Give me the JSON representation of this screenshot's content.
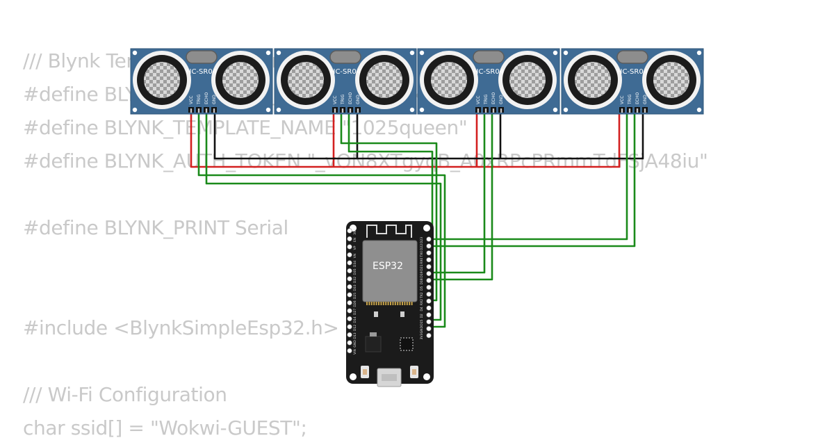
{
  "code_lines": [
    "/// Blynk Template Configuration",
    "#define BLYNK_TEMPLATE_ID \"TMPL6xxxxxxx\"",
    "#define BLYNK_TEMPLATE_NAME \"1025queen\"",
    "#define BLYNK_AUTH_TOKEN \"_vON8XTgyqB_A0xRPcPRmmTdFSjA48iu\"",
    "",
    "#define BLYNK_PRINT Serial",
    "",
    "",
    "#include <BlynkSimpleEsp32.h>",
    "",
    "/// Wi-Fi Configuration",
    "char ssid[] = \"Wokwi-GUEST\";"
  ],
  "sensors": [
    {
      "model": "HC-SR04",
      "pins": [
        "VCC",
        "TRIG",
        "ECHO",
        "GND"
      ]
    },
    {
      "model": "HC-SR04",
      "pins": [
        "VCC",
        "TRIG",
        "ECHO",
        "GND"
      ]
    },
    {
      "model": "HC-SR04",
      "pins": [
        "VCC",
        "TRIG",
        "ECHO",
        "GND"
      ]
    },
    {
      "model": "HC-SR04",
      "pins": [
        "VCC",
        "TRIG",
        "ECHO",
        "GND"
      ]
    }
  ],
  "board": {
    "label": "ESP32",
    "left_pins": [
      "3V3",
      "EN",
      "VP",
      "VN",
      "D34",
      "D35",
      "D32",
      "D33",
      "D25",
      "D26",
      "D27",
      "D14",
      "D12",
      "D13",
      "GND",
      "VIN"
    ],
    "right_pins": [
      "D23",
      "D22",
      "TX0",
      "RX0",
      "D21",
      "D19",
      "D18",
      "D5",
      "TX2",
      "RX2",
      "D4",
      "D2",
      "D15",
      "GND",
      "3V3"
    ]
  },
  "colors": {
    "power_wire": "#d32020",
    "ground_wire": "#111111",
    "signal_wire": "#1a8a1a",
    "sensor_board": "#3f6b94",
    "esp_board": "#1b1b1b",
    "code_text": "#c9c9c9"
  }
}
